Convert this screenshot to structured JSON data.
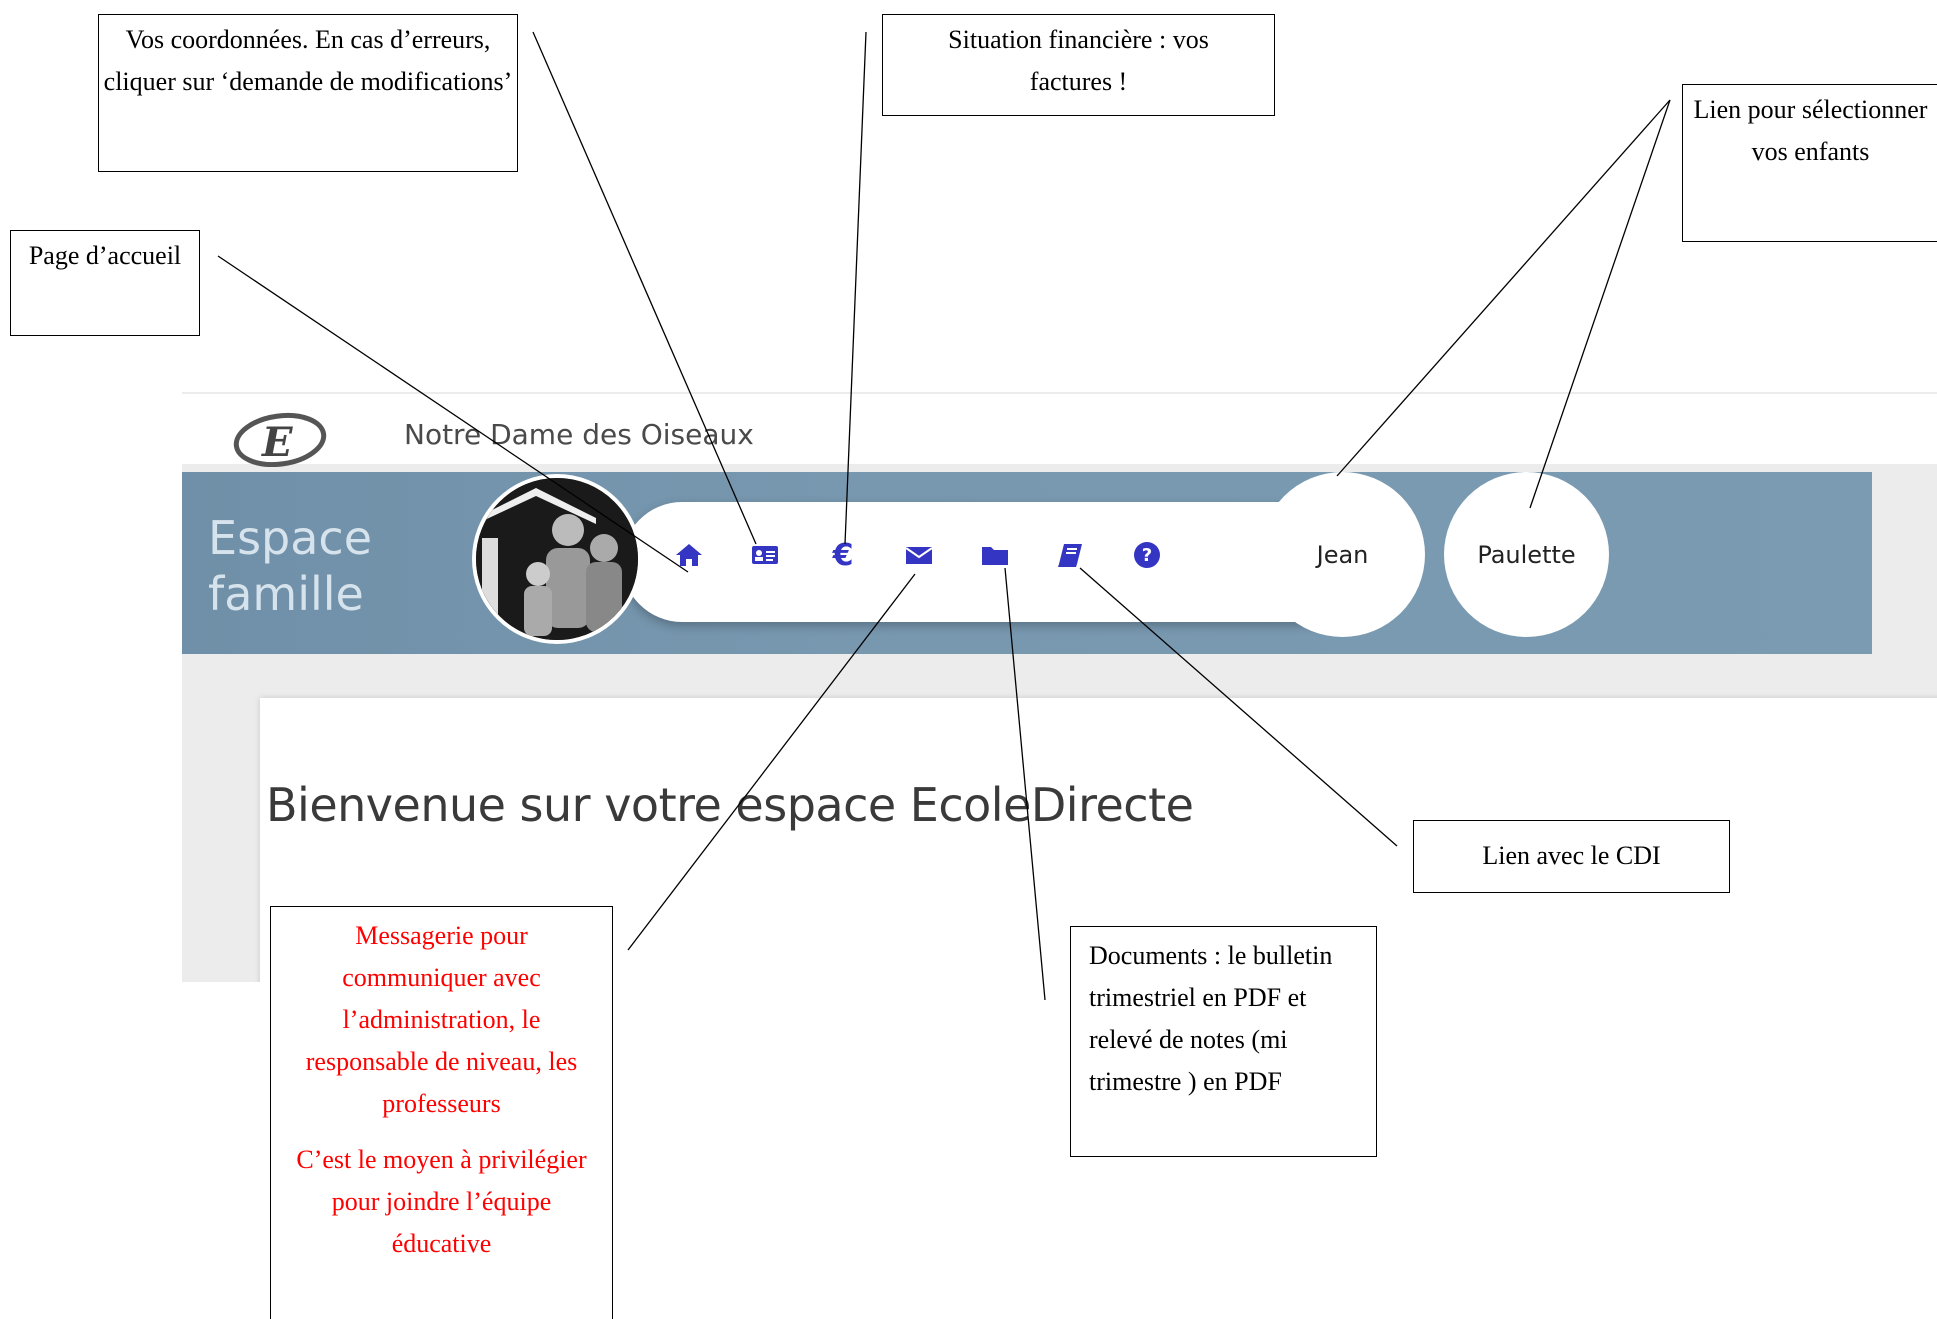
{
  "app": {
    "school_name": "Notre Dame des Oiseaux",
    "banner_title_line1": "Espace",
    "banner_title_line2": "famille",
    "welcome_title": "Bienvenue sur votre espace EcoleDirecte"
  },
  "nav_icons": [
    {
      "name": "home-icon"
    },
    {
      "name": "id-card-icon"
    },
    {
      "name": "euro-icon"
    },
    {
      "name": "envelope-icon"
    },
    {
      "name": "folder-icon"
    },
    {
      "name": "book-icon"
    },
    {
      "name": "help-icon"
    }
  ],
  "children": [
    "Jean",
    "Paulette"
  ],
  "annotations": {
    "coordonnees": "Vos coordonnées. En cas d’erreurs, cliquer sur ‘demande de modifications’",
    "financiere": "Situation financière : vos factures !",
    "enfants": "Lien pour sélectionner vos enfants",
    "accueil": "Page d’accueil",
    "cdi": "Lien avec le CDI",
    "documents": "Documents : le bulletin trimestriel en PDF et relevé de notes (mi trimestre ) en PDF",
    "messagerie_1": "Messagerie pour communiquer avec l’administration, le responsable de niveau, les professeurs",
    "messagerie_2": "C’est le moyen à privilégier pour joindre l’équipe éducative"
  },
  "colors": {
    "banner": "#7898b0",
    "nav_icon": "#3535c4",
    "annotation_red": "#ff0000"
  }
}
